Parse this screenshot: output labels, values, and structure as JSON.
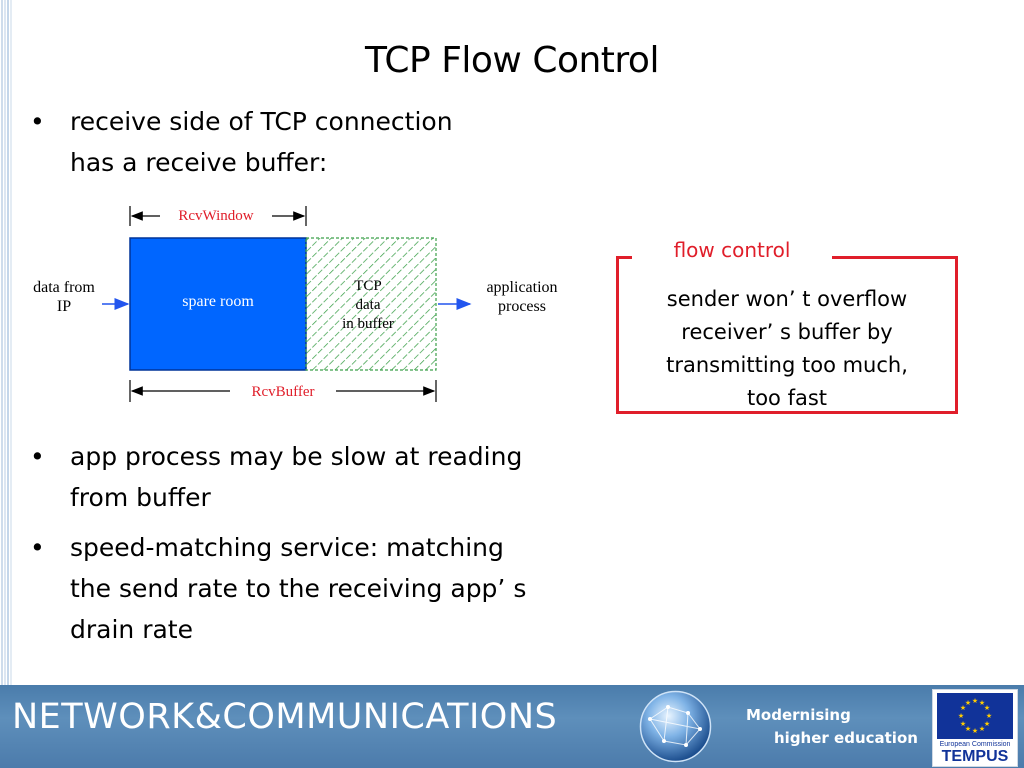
{
  "slide": {
    "title": "TCP Flow Control",
    "bullet_char": "•",
    "bullets": [
      "receive side of TCP connection\nhas a receive buffer:",
      "app process may be slow at reading\nfrom buffer",
      "speed-matching service: matching\nthe send rate to the receiving app’ s\ndrain rate"
    ]
  },
  "diagram": {
    "rcv_window_label": "RcvWindow",
    "rcv_buffer_label": "RcvBuffer",
    "spare_room_label": "spare room",
    "tcp_data_line1": "TCP",
    "tcp_data_line2": "data",
    "tcp_data_line3": "in buffer",
    "data_from_line1": "data from",
    "data_from_line2": "IP",
    "app_line1": "application",
    "app_line2": "process"
  },
  "flow_control_box": {
    "label": "flow control",
    "text": "sender won’ t overflow\nreceiver’ s buffer by\ntransmitting too much,\ntoo fast"
  },
  "footer": {
    "brand": "NETWORK&COMMUNICATIONS",
    "tagline_line1": "Modernising",
    "tagline_line2": "higher education",
    "eu_small": "European Commission",
    "eu_program": "TEMPUS"
  },
  "colors": {
    "label_red": "#e01e2a",
    "spare_room_blue": "#0066ff",
    "hatch_green": "#3ca04a",
    "footer_blue": "#4f80b0"
  }
}
